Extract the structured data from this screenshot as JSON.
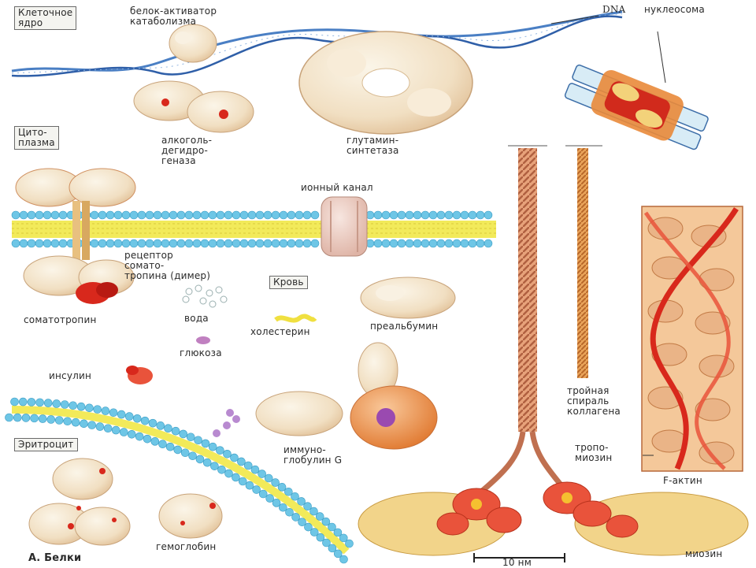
{
  "colors": {
    "membrane_bead": "#6ec6e6",
    "membrane_core": "#f2ea5a",
    "protein": "#f3e6cf",
    "protein_shadow": "#e8c9a0",
    "red_site": "#d8281c",
    "orange": "#e9782a",
    "dna": "#4a7fc4"
  },
  "regions": {
    "nucleus": "Клеточное\nядро",
    "cytoplasm": "Цито-\nплазма",
    "blood": "Кровь",
    "erythrocyte": "Эритроцит"
  },
  "labels": {
    "dna": "DNA",
    "nucleosome": "нуклеосома",
    "cap": "белок-активатор\nкатаболизма",
    "adh": "алкоголь-\nдегидро-\nгеназа",
    "gs": "глутамин-\nсинтетаза",
    "ion_channel": "ионный канал",
    "receptor": "рецептор\nсомато-\nтропина (димер)",
    "somatotropin": "соматотропин",
    "water": "вода",
    "cholesterol": "холестерин",
    "prealbumin": "преальбумин",
    "glucose": "глюкоза",
    "insulin": "инсулин",
    "igg": "иммуно-\nглобулин G",
    "collagen": "тройная\nспираль\nколлагена",
    "tropomyosin": "тропо-\nмиозин",
    "factin": "F-актин",
    "hemoglobin": "гемоглобин",
    "myosin": "миозин",
    "title": "А. Белки",
    "scale": "10 нм"
  }
}
